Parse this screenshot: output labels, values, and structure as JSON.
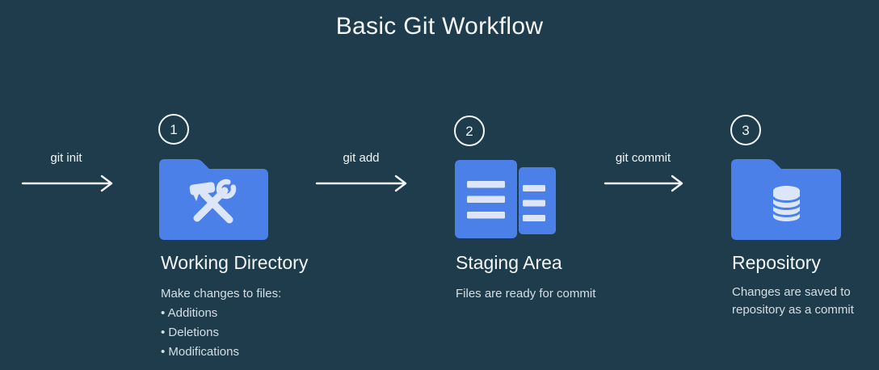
{
  "title": "Basic Git Workflow",
  "colors": {
    "background": "#1f3c4d",
    "accent_blue": "#4b80e8",
    "icon_glyph": "#dce6f8",
    "text_primary": "#f2f6f7",
    "text_secondary": "#d6dfe4"
  },
  "arrows": [
    {
      "label": "git init"
    },
    {
      "label": "git add"
    },
    {
      "label": "git commit"
    }
  ],
  "steps": [
    {
      "number": "1",
      "icon": "folder-tools-icon",
      "title": "Working Directory",
      "description": "Make changes to files:",
      "bullets": [
        "• Additions",
        "• Deletions",
        "• Modifications"
      ]
    },
    {
      "number": "2",
      "icon": "stacked-documents-icon",
      "title": "Staging Area",
      "description": "Files are ready for commit",
      "bullets": []
    },
    {
      "number": "3",
      "icon": "folder-database-icon",
      "title": "Repository",
      "description": "Changes are saved to repository as a commit",
      "bullets": []
    }
  ]
}
